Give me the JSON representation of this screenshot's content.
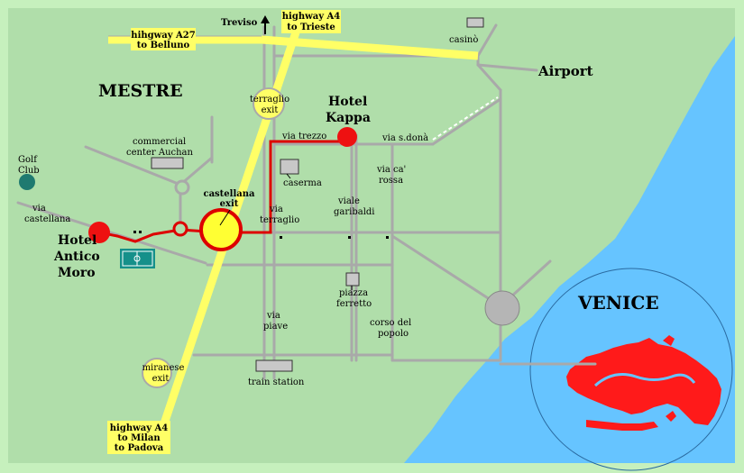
{
  "colors": {
    "page_bg": "#c6f0bd",
    "land": "#b0deaa",
    "road": "#a9a9a9",
    "highway": "#ffff66",
    "route": "#dd0000",
    "hotel": "#ee1111",
    "water": "#66c4ff",
    "venice": "#ff1a1a",
    "golf": "#1f7a70",
    "stadium": "#15908a",
    "roundabout": "#ffff33"
  },
  "labels": {
    "treviso": "Treviso",
    "a4_trieste_1": "highway A4",
    "a4_trieste_2": "to Trieste",
    "a27_1": "hihgway A27",
    "a27_2": "to Belluno",
    "casino": "casinò",
    "airport": "Airport",
    "mestre": "MESTRE",
    "terraglio_exit_1": "terraglio",
    "terraglio_exit_2": "exit",
    "hotel_kappa_1": "Hotel",
    "hotel_kappa_2": "Kappa",
    "via_trezzo": "via trezzo",
    "via_sdona": "via s.donà",
    "commercial_1": "commercial",
    "commercial_2": "center Auchan",
    "golf_1": "Golf",
    "golf_2": "Club",
    "castellana_exit_1": "castellana",
    "castellana_exit_2": "exit",
    "caserma": "caserma",
    "via_ca_rossa_1": "via ca'",
    "via_ca_rossa_2": "rossa",
    "via_castellana_1": "via",
    "via_castellana_2": "castellana",
    "via_terraglio_1": "via",
    "via_terraglio_2": "terraglio",
    "viale_garibaldi_1": "viale",
    "viale_garibaldi_2": "garibaldi",
    "hotel_antico_1": "Hotel",
    "hotel_antico_2": "Antico",
    "hotel_antico_3": "Moro",
    "piazza_1": "piazza",
    "piazza_2": "ferretto",
    "venice": "VENICE",
    "via_piave_1": "via",
    "via_piave_2": "piave",
    "corso_1": "corso del",
    "corso_2": "popolo",
    "miranese_1": "miranese",
    "miranese_2": "exit",
    "train_station": "train station",
    "a4_milan_1": "highway A4",
    "a4_milan_2": "to Milan",
    "a4_milan_3": "to Padova"
  }
}
